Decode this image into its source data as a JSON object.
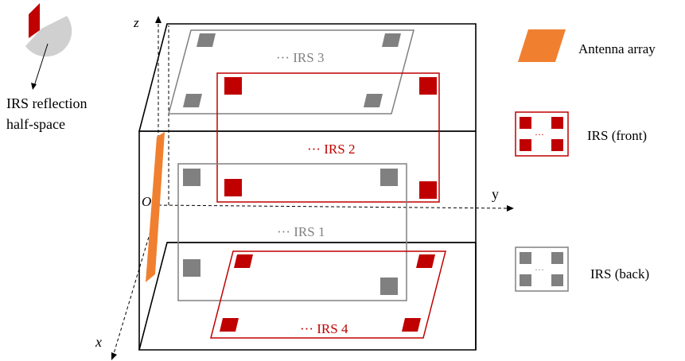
{
  "colors": {
    "red": "#c00000",
    "gray": "#808080",
    "light_gray": "#d0d0d0",
    "orange": "#f08030",
    "black": "#000000"
  },
  "axes": {
    "x": "x",
    "y": "y",
    "z": "z",
    "origin": "O"
  },
  "irs_panels": [
    {
      "label": "IRS 3",
      "ellipsis": "···"
    },
    {
      "label": "IRS 2",
      "ellipsis": "···"
    },
    {
      "label": "IRS 1",
      "ellipsis": "···"
    },
    {
      "label": "IRS 4",
      "ellipsis": "···"
    }
  ],
  "half_space_label": [
    "IRS reflection",
    "half-space"
  ],
  "legend": {
    "antenna": "Antenna array",
    "irs_front": "IRS (front)",
    "irs_back": "IRS (back)",
    "ellipsis": "···"
  }
}
